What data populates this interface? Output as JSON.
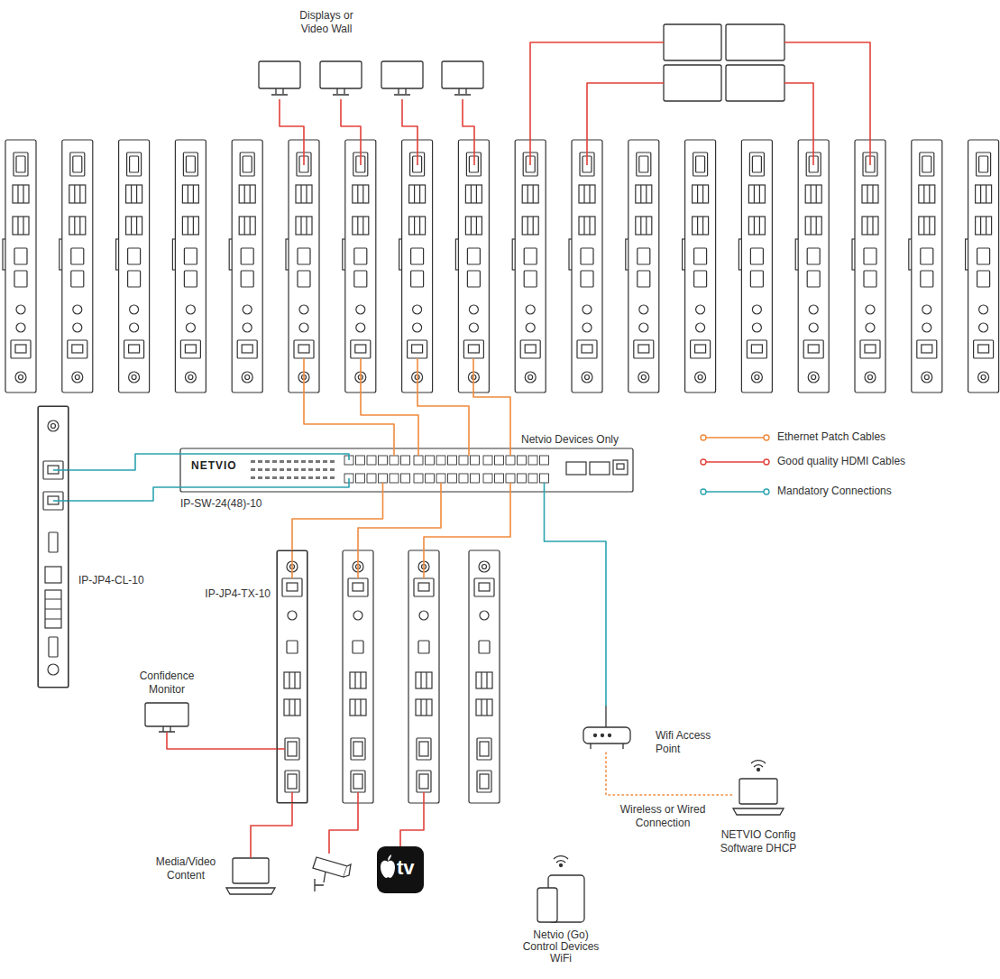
{
  "diagram": {
    "nodes": [
      {
        "text": [
          "NETVIO",
          "IP-SW-24(48)-10"
        ]
      },
      {
        "text": [
          "IP-JP4-CL-10"
        ]
      },
      {
        "text": [
          "IP-JP4-TX-10"
        ]
      },
      {
        "text": [
          "Confidence Monitor"
        ]
      },
      {
        "text": [
          "Media/Video Content"
        ]
      },
      {
        "text": [
          "tv"
        ]
      },
      {
        "text": [
          "Wifi Access Point"
        ]
      },
      {
        "text": [
          "NETVIO Config Software DHCP"
        ]
      },
      {
        "text": [
          "Netvio (Go) Control Devices WiFi"
        ]
      }
    ],
    "edges": [
      {
        "from": 1,
        "to": 0,
        "arrow": "none"
      },
      {
        "from": 1,
        "to": 0,
        "arrow": "none"
      },
      {
        "from": 0,
        "to": 6,
        "arrow": "none"
      },
      {
        "from": 6,
        "to": 7,
        "label": "Wireless or Wired Connection",
        "arrow": "none"
      },
      {
        "from": 2,
        "to": 0,
        "arrow": "none"
      },
      {
        "from": 3,
        "to": 2,
        "arrow": "none"
      },
      {
        "from": 4,
        "to": 2,
        "arrow": "none"
      }
    ],
    "labels": [
      "Displays or Video Wall",
      "Netvio Devices Only"
    ],
    "legend": [
      {
        "text": "Ethernet Patch Cables"
      },
      {
        "text": "Good quality HDMI Cables"
      },
      {
        "text": "Mandatory Connections"
      }
    ]
  }
}
